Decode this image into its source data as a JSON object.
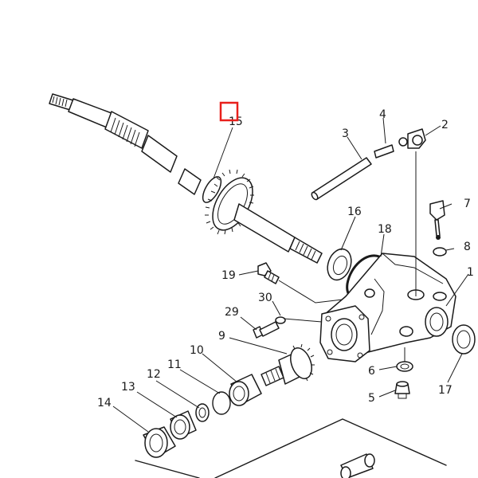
{
  "accent_color": "#e8201c",
  "ink_color": "#1a1a1a",
  "labels": {
    "l1": "1",
    "l2": "2",
    "l3": "3",
    "l4": "4",
    "l5": "5",
    "l6": "6",
    "l7": "7",
    "l8": "8",
    "l9": "9",
    "l10": "10",
    "l11": "11",
    "l12": "12",
    "l13": "13",
    "l14": "14",
    "l15": "15",
    "l16": "16",
    "l17": "17",
    "l18": "18",
    "l19": "19",
    "l29": "29",
    "l30": "30"
  }
}
